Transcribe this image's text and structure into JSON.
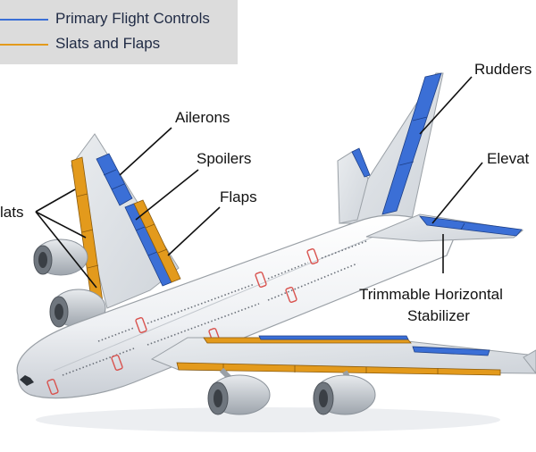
{
  "legend": {
    "items": [
      {
        "label": "Primary Flight Controls",
        "color": "#3b6fd6"
      },
      {
        "label": "Slats and Flaps",
        "color": "#e39a1c"
      }
    ]
  },
  "labels": {
    "ailerons": "Ailerons",
    "spoilers": "Spoilers",
    "flaps": "Flaps",
    "slats": "lats",
    "rudders": "Rudders",
    "elevators": "Elevat",
    "stabilizer_line1": "Trimmable Horizontal",
    "stabilizer_line2": "Stabilizer"
  },
  "colors": {
    "primary_controls": "#3b6fd6",
    "slats_flaps": "#e39a1c",
    "airframe": "#f3f4f6",
    "outline": "#9aa0a6",
    "window_red": "#d9534f"
  }
}
